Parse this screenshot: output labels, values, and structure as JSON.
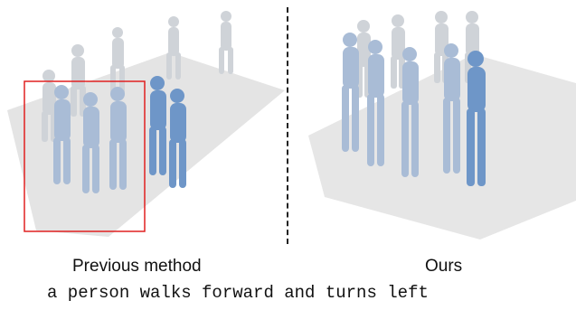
{
  "panels": [
    {
      "label": "Previous method"
    },
    {
      "label": "Ours"
    }
  ],
  "caption": "a person walks forward and turns left",
  "colors": {
    "figure_gray": "#cfd3d8",
    "figure_blue_light": "#a9bcd6",
    "figure_blue_dark": "#6e96c8",
    "ground": "#e6e6e6",
    "highlight_box": "#e02020",
    "divider": "#222222"
  }
}
